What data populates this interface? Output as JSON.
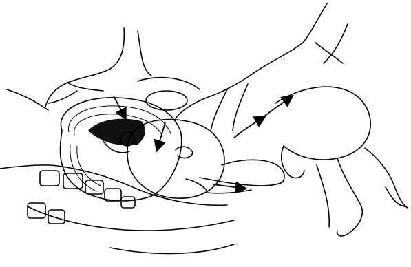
{
  "figure": {
    "subject": "",
    "colors": {
      "ink": "#000000",
      "paper": "#ffffff"
    },
    "arrows": [
      {
        "name": "suprapubic-pressure-arrow"
      },
      {
        "name": "fetal-head-flexion-arrow"
      },
      {
        "name": "trunk-elevation-arrow-lower"
      },
      {
        "name": "trunk-elevation-arrow-upper"
      },
      {
        "name": "jaw-traction-arrow"
      }
    ]
  }
}
